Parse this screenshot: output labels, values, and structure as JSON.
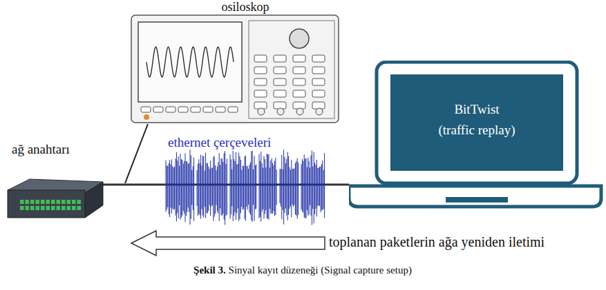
{
  "diagram": {
    "caption": "Şekil 3. Sinyal kayıt düzeneği (Signal capture setup)",
    "nodes": [
      {
        "text": [
          "osiloskop"
        ]
      },
      {
        "text": [
          "ağ anahtarı"
        ]
      },
      {
        "text": [
          "BitTwist (traffic replay)"
        ]
      }
    ],
    "edges": [
      {
        "from": 1,
        "to": 2,
        "arrow": "none"
      }
    ],
    "labels": [
      "ethernet çerçeveleri",
      "toplanan paketlerin ağa yeniden iletimi"
    ]
  }
}
